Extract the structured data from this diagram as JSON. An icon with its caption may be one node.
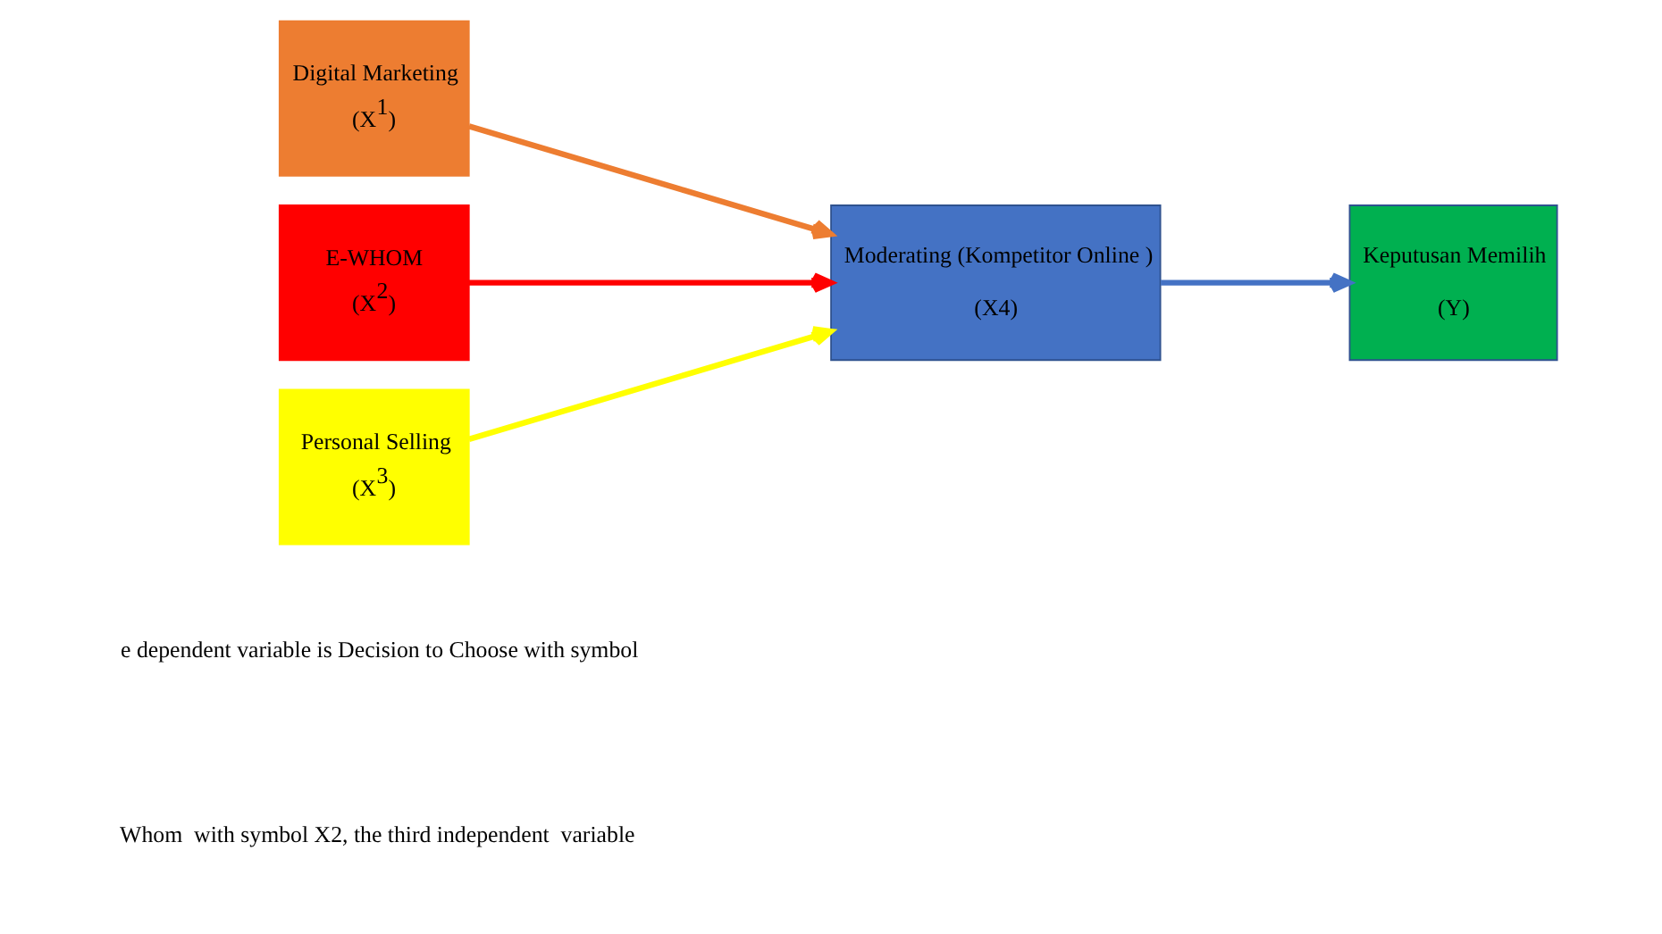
{
  "diagram": {
    "nodes": [
      {
        "text": [
          "Digital Marketing",
          "(X$^{1}$)"
        ]
      },
      {
        "text": [
          "E-WHOM",
          "(X$^{2}$)"
        ]
      },
      {
        "text": [
          "Personal Selling",
          "(X$^{3}$)"
        ]
      },
      {
        "text": [
          "Moderating (Kompetitor Online )",
          "(X4)"
        ]
      },
      {
        "text": [
          "Keputusan Memilih",
          "(Y)"
        ]
      }
    ],
    "edges": [
      {
        "from": 0,
        "to": 3,
        "arrow": "to",
        "color": "#ed7d31"
      },
      {
        "from": 1,
        "to": 3,
        "arrow": "to",
        "color": "#ff0000"
      },
      {
        "from": 2,
        "to": 3,
        "arrow": "to",
        "color": "#ffff00"
      },
      {
        "from": 3,
        "to": 4,
        "arrow": "to",
        "color": "#4472c4"
      }
    ],
    "labels": [
      "Whom  with symbol X2, the third independent  variable",
      "e dependent variable is Decision to Choose with symbol"
    ]
  }
}
